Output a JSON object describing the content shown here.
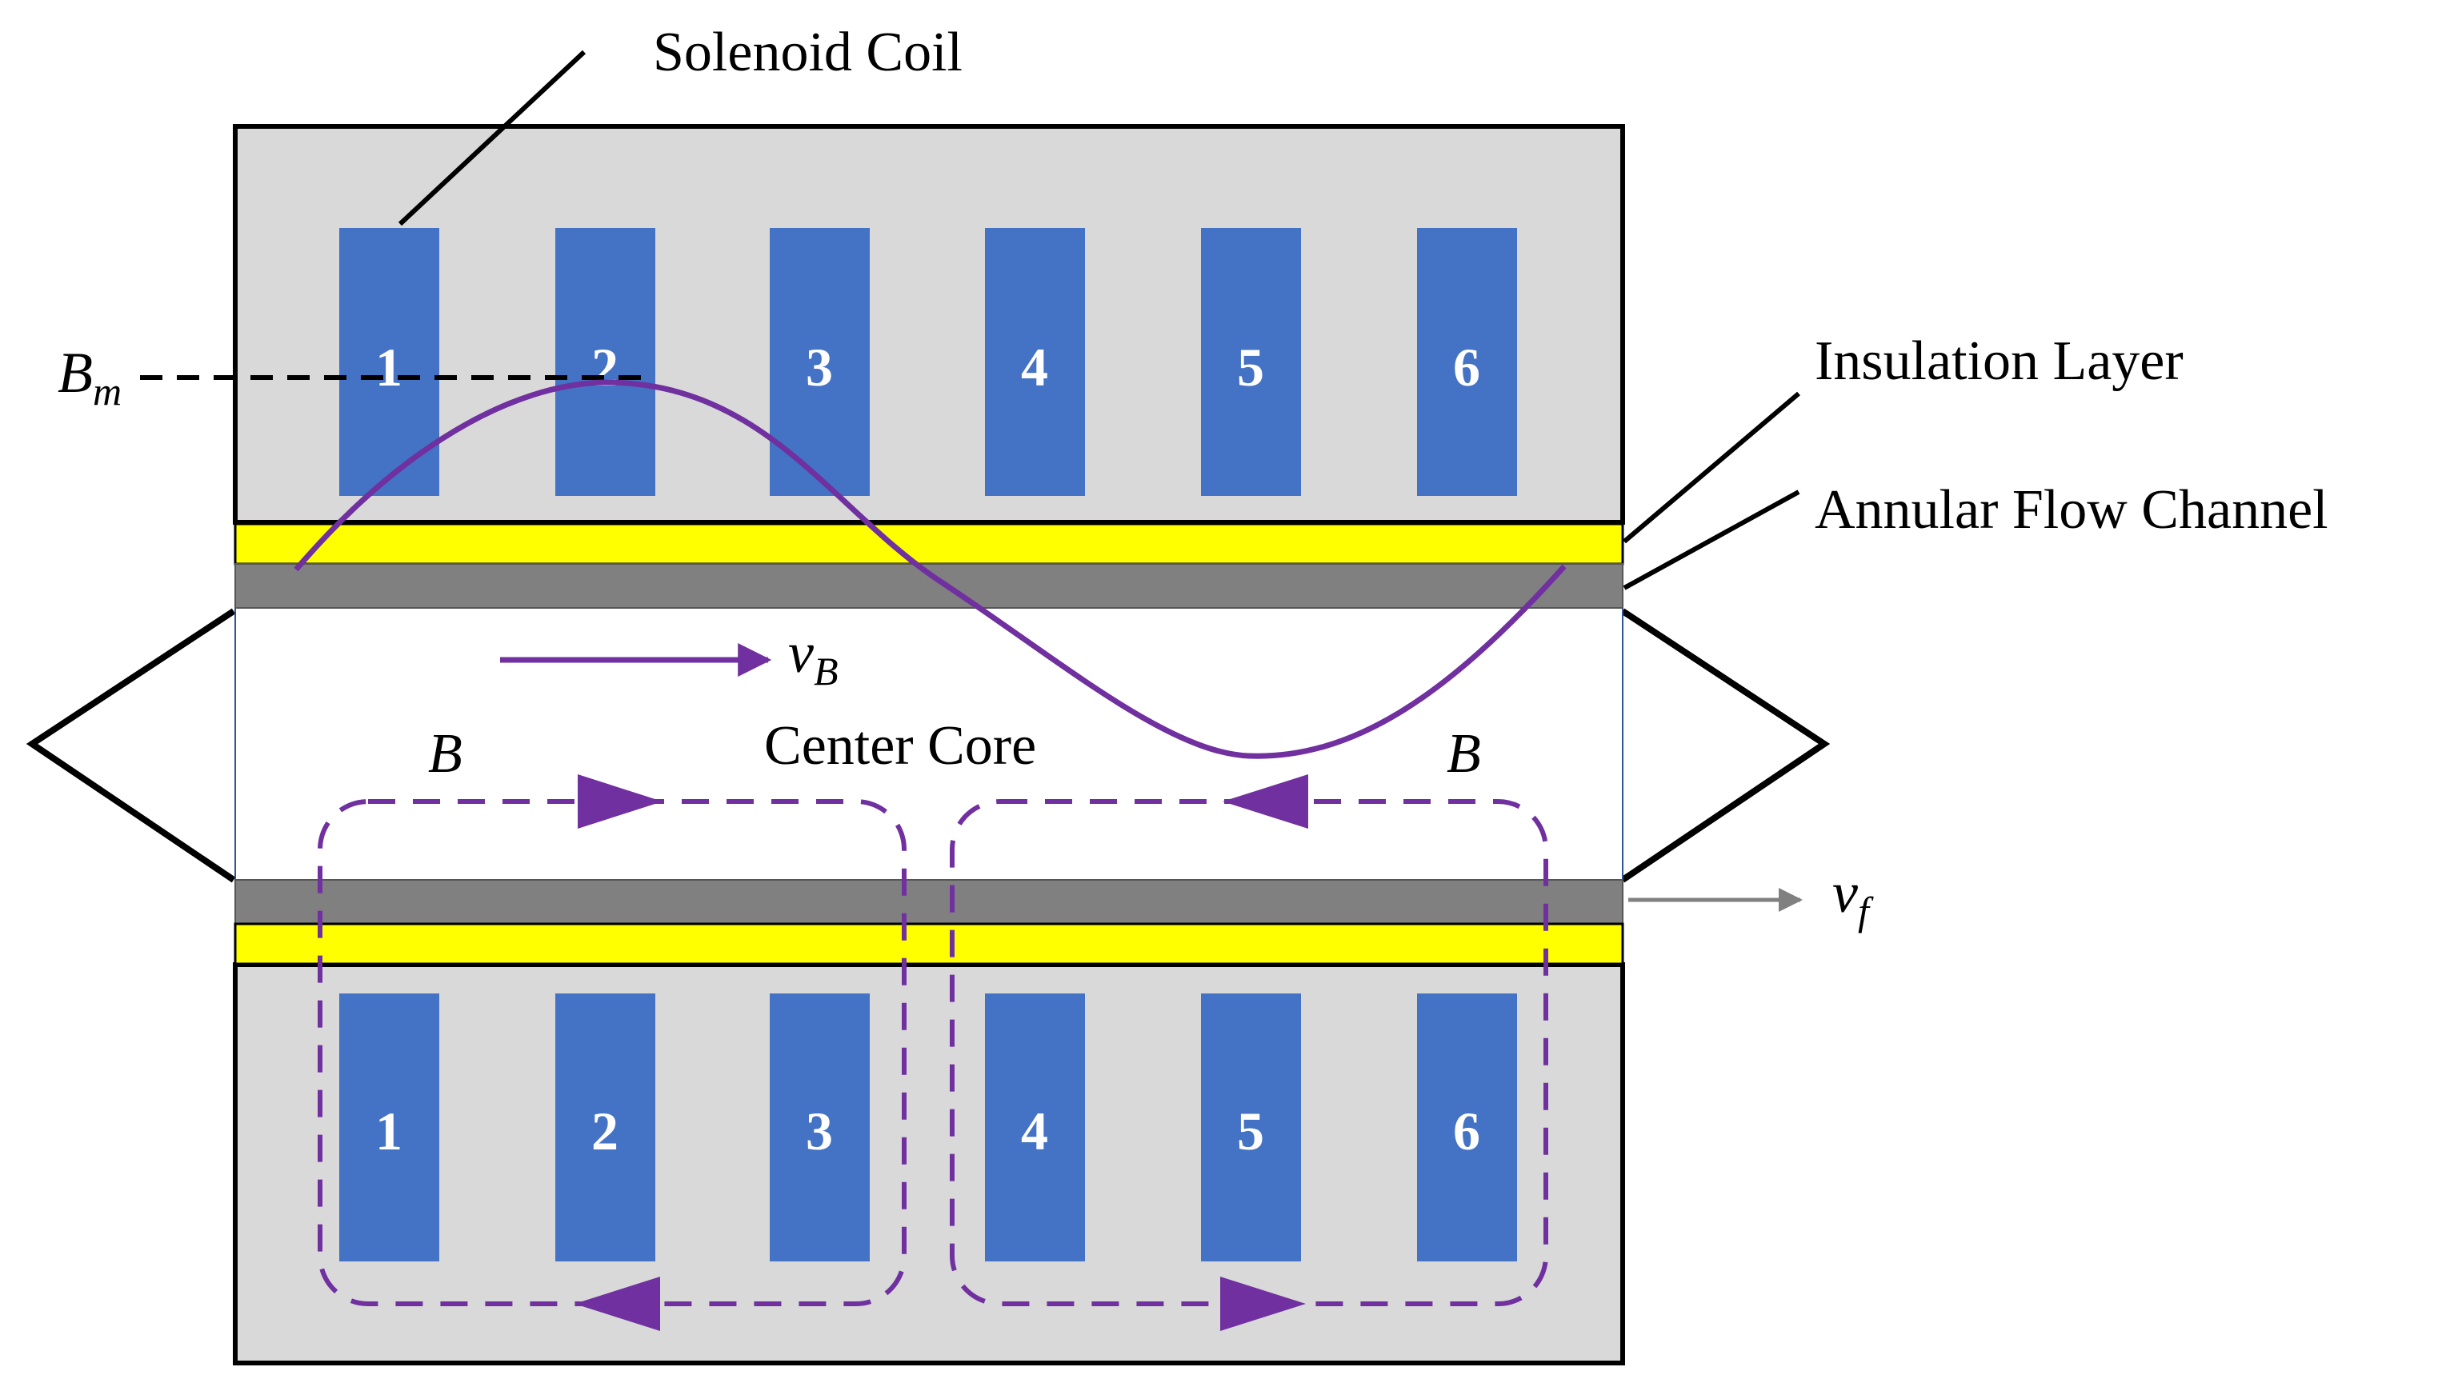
{
  "labels": {
    "solenoid_coil": "Solenoid Coil",
    "insulation_layer": "Insulation Layer",
    "annular_flow_channel": "Annular Flow Channel",
    "center_core": "Center Core"
  },
  "symbols": {
    "bm_main": "B",
    "bm_sub": "m",
    "vb_main": "v",
    "vb_sub": "B",
    "vf_main": "v",
    "vf_sub": "f",
    "b_left": "B",
    "b_right": "B"
  },
  "coils_top": [
    "1",
    "2",
    "3",
    "4",
    "5",
    "6"
  ],
  "coils_bottom": [
    "1",
    "2",
    "3",
    "4",
    "5",
    "6"
  ],
  "colors": {
    "coil": "#4472c4",
    "housing": "#d9d9d9",
    "insulation": "#ffff00",
    "channel": "#808080",
    "field": "#7030a0"
  }
}
